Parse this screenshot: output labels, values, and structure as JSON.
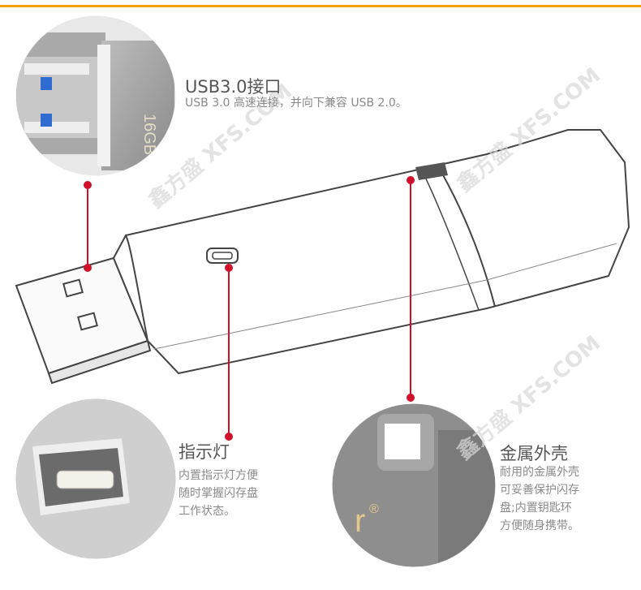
{
  "callouts": [
    {
      "title": "USB3.0接口",
      "lines": [
        "USB 3.0 高速连接，并向下兼容 USB 2.0。"
      ]
    },
    {
      "title": "指示灯",
      "lines": [
        "内置指示灯方便",
        "随时掌握闪存盘",
        "工作状态。"
      ]
    },
    {
      "title": "金属外壳",
      "lines": [
        "耐用的金属外壳",
        "可妥善保护闪存",
        "盘;内置钥匙环",
        "方便随身携带。"
      ]
    }
  ],
  "capacity_label": "16GB",
  "registered_mark": "®",
  "watermark": "鑫方盛 XFS.COM",
  "colors": {
    "accent": "#f5a300",
    "callout_line": "#d0102a"
  }
}
